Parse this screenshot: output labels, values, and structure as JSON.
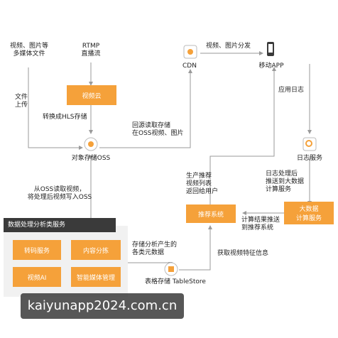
{
  "nodes": {
    "src_media": "视频、图片等\n多媒体文件",
    "rtmp": "RTMP\n直播流",
    "video_cloud": "视频云",
    "oss": "对象存储OSS",
    "cdn": "CDN",
    "mobile_app": "移动APP",
    "log_service": "日志服务",
    "recommend": "推荐系统",
    "bigdata": "大数据\n计算服务",
    "tablestore": "表格存储 TableStore"
  },
  "edges": {
    "upload": "文件\n上传",
    "hls": "转换成HLS存储",
    "back_to_source": "回源读取存储\n在OSS视频、图片",
    "distribute": "视频、图片分发",
    "app_log": "应用日志",
    "log_process": "日志处理后\n推送到大数据\n计算服务",
    "calc_push": "计算结果推送\n到推荐系统",
    "produce_recommend": "生产推荐\n视频列表\n返回给用户",
    "read_oss": "从OSS读取视频，\n将处理后视频写入OSS",
    "store_meta": "存储分析产生的\n各类元数据",
    "get_features": "获取视频特征信息"
  },
  "panel": {
    "title": "数据处理分析类服务",
    "items": [
      "转码服务",
      "内容分拣",
      "视频AI",
      "智能媒体管理"
    ]
  },
  "watermark": "kaiyunapp2024.com.cn",
  "colors": {
    "accent": "#f5a13a",
    "line": "#9a9a9a",
    "panel_bg": "#f1f1f1",
    "panel_title": "#3a3a3a"
  },
  "icons": [
    "gear-icon",
    "cdn-icon",
    "phone-icon",
    "search-icon",
    "tablestore-icon"
  ]
}
